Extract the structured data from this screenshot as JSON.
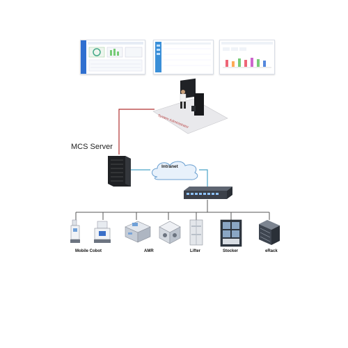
{
  "diagram": {
    "server_label": "MCS Server",
    "network_label": "Intranet",
    "admin_label": "System Administrator",
    "devices": [
      {
        "name": "Mobile Cobot",
        "icon": "mobile-cobot-icon"
      },
      {
        "name": "AMR",
        "icon": "amr-icon"
      },
      {
        "name": "Lifter",
        "icon": "lifter-icon"
      },
      {
        "name": "Stocker",
        "icon": "stocker-icon"
      },
      {
        "name": "eRack",
        "icon": "erack-icon"
      }
    ],
    "colors": {
      "server_link": "#b03030",
      "network_link": "#4aa3c8",
      "bus": "#555555",
      "cloud_fill": "#e8f1fb",
      "cloud_stroke": "#6a9fd0"
    }
  }
}
